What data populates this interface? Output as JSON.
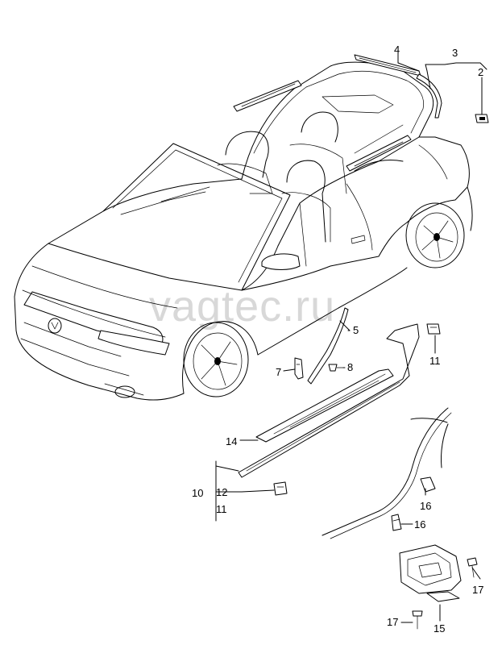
{
  "watermark": "vagtec.ru",
  "callouts": {
    "c1": "2",
    "c2": "3",
    "c3": "4",
    "c4": "5",
    "c5": "7",
    "c6": "8",
    "c7": "11",
    "c8": "14",
    "c9": "10",
    "c10": "12",
    "c11": "11",
    "c12": "16",
    "c13": "16",
    "c14": "17",
    "c15": "17",
    "c16": "15"
  }
}
